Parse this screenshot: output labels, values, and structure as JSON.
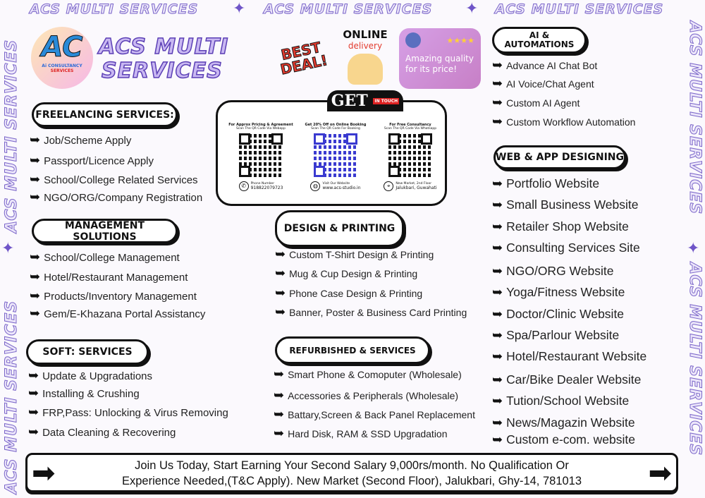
{
  "watermark": "ACS MULTI SERVICES",
  "brand": {
    "logo_text": "AC",
    "logo_sub1": "Ai CONSULTANCY",
    "logo_sub2": "SERVICES",
    "title_line1": "ACS MULTI",
    "title_line2": "SERVICES"
  },
  "stickers": {
    "best_deal": "BEST DEAL!",
    "online": "ONLINE",
    "delivery": "delivery",
    "review": "Amazing quality for its price!",
    "stars": "★★★★"
  },
  "colors": {
    "accent": "#6f55c8",
    "lavender": "#c9b8f2",
    "pink": "#d98ad6"
  },
  "qr": {
    "tab": "GET",
    "tab_badge": "IN TOUCH",
    "codes": [
      {
        "title": "For Approx Pricing & Agreement",
        "sub": "Scan The QR Code Via Webapp",
        "foot_label": "Phone Number",
        "foot_value": "918822079723",
        "icon": "phone-icon"
      },
      {
        "title": "Get 20% Off on Online Booking",
        "sub": "Scan The QR Code For Booking",
        "foot_label": "Visit Our Website",
        "foot_value": "www.acs-studio.in",
        "icon": "globe-icon"
      },
      {
        "title": "For Free Consultancy",
        "sub": "Scan The QR Code Via Whatsapp",
        "foot_label": "New Market, 2nd Floor",
        "foot_value": "Jalukbari, Guwahati",
        "icon": "location-icon"
      }
    ]
  },
  "sections": [
    {
      "id": "freelancing",
      "title": "FREELANCING SERVICES:",
      "items": [
        "Job/Scheme Apply",
        "Passport/Licence Apply",
        "School/College Related Services",
        "NGO/ORG/Company Registration"
      ]
    },
    {
      "id": "management",
      "title": "MANAGEMENT SOLUTIONS",
      "items": [
        "School/College Management",
        "Hotel/Restaurant Management",
        "Products/Inventory Management",
        "Gem/E-Khazana Portal Assistancy"
      ]
    },
    {
      "id": "soft",
      "title": "SOFT: SERVICES",
      "items": [
        "Update & Upgradations",
        "Installing & Crushing",
        "FRP,Pass: Unlocking & Virus Removing",
        "Data Cleaning & Recovering"
      ]
    },
    {
      "id": "design",
      "title": "DESIGN &  PRINTING",
      "items": [
        "Custom T-Shirt Design & Printing",
        "Mug & Cup Design & Printing",
        "Phone Case Design & Printing",
        "Banner, Poster & Business Card Printing"
      ]
    },
    {
      "id": "refurbished",
      "title": "REFURBISHED & SERVICES",
      "items": [
        "Smart Phone & Comoputer (Wholesale)",
        "Accessories & Peripherals (Wholesale)",
        "Battary,Screen & Back Panel Replacement",
        "Hard Disk, RAM & SSD Upgradation"
      ]
    },
    {
      "id": "ai",
      "title": "AI & AUTOMATIONS",
      "items": [
        "Advance AI Chat Bot",
        "AI Voice/Chat Agent",
        "Custom AI Agent",
        "Custom Workflow Automation"
      ]
    },
    {
      "id": "web",
      "title": "WEB & APP DESIGNING",
      "items": [
        "Portfolio Website",
        "Small Business Website",
        "Retailer Shop Website",
        "Consulting Services Site",
        "NGO/ORG Website",
        "Yoga/Fitness Website",
        "Doctor/Clinic Website",
        "Spa/Parlour Website",
        "Hotel/Restaurant Website",
        "Car/Bike Dealer Website",
        "Tution/School Website",
        "News/Magazin Website",
        "Custom e-com. website"
      ]
    }
  ],
  "banner": {
    "line1": "Join Us Today, Start  Earning Your Second Salary 9,000rs/month. No Qualification Or",
    "line2": "Experience Needed,(T&C Apply). New Market (Second Floor), Jalukbari, Ghy-14, 781013"
  }
}
